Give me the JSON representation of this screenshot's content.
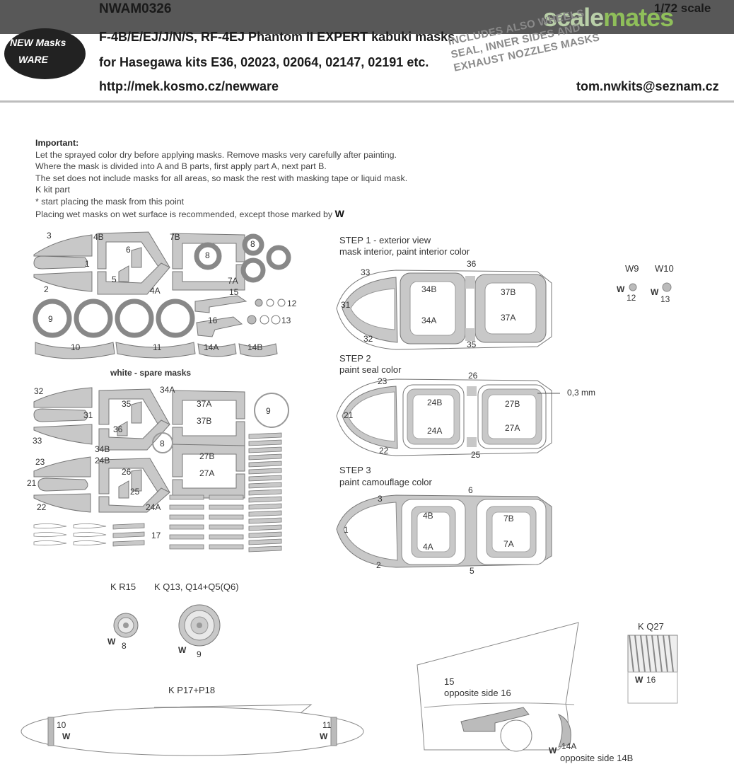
{
  "header": {
    "code": "NWAM0326",
    "title": "F-4B/E/EJ/J/N/S, RF-4EJ Phantom II  EXPERT  kabuki masks",
    "subtitle": "for Hasegawa kits E36, 02023, 02064, 02147, 02191 etc.",
    "url": "http://mek.kosmo.cz/newware",
    "email": "tom.nwkits@seznam.cz",
    "scale": "1/72 scale",
    "stamp_lines": [
      "INCLUDES ALSO WHEELS",
      "SEAL, INNER SIDES AND",
      "EXHAUST NOZZLES MASKS"
    ]
  },
  "brand": {
    "name_a": "scale",
    "name_b": "mates",
    "color_a": "#b9cfa8",
    "color_b": "#8fbf5a"
  },
  "logo": {
    "line1": "NEW Masks",
    "line2": "WARE"
  },
  "instructions": {
    "heading": "Important:",
    "lines": [
      "Let the sprayed color dry before applying masks. Remove masks very carefully after painting.",
      "Where the mask is divided into A and B parts, first apply part A, next part B.",
      "The set does not include masks for all areas, so mask the rest with masking tape or liquid mask.",
      "K kit part",
      "*  start placing the mask from this point",
      "Placing wet masks on wet surface is recommended, except those marked by"
    ],
    "wet_mark": "W"
  },
  "sheet_labels": {
    "spare": "white - spare masks",
    "numbers_top": [
      "3",
      "4B",
      "7B",
      "6",
      "8",
      "8",
      "1",
      "5",
      "4A",
      "7A",
      "15",
      "2",
      "12",
      "13",
      "16",
      "9",
      "10",
      "11",
      "14A",
      "14B"
    ],
    "numbers_bottom": [
      "32",
      "34A",
      "9",
      "35",
      "37A",
      "31",
      "37B",
      "36",
      "34B",
      "8",
      "33",
      "24B",
      "27B",
      "23",
      "26",
      "25",
      "27A",
      "21",
      "24A",
      "22",
      "17"
    ]
  },
  "steps": [
    {
      "title": "STEP 1 - exterior view",
      "note": "mask interior, paint interior color",
      "labels": [
        "33",
        "36",
        "34B",
        "37B",
        "31",
        "34A",
        "37A",
        "32",
        "35"
      ]
    },
    {
      "title": "STEP 2",
      "note": "paint seal color",
      "labels": [
        "23",
        "26",
        "24B",
        "27B",
        "21",
        "24A",
        "27A",
        "22",
        "25"
      ],
      "dim": "0,3 mm"
    },
    {
      "title": "STEP 3",
      "note": "paint camouflage color",
      "labels": [
        "3",
        "6",
        "4B",
        "7B",
        "1",
        "4A",
        "7A",
        "2",
        "5"
      ]
    }
  ],
  "w_labels": {
    "w9": "W9",
    "w10": "W10",
    "n12": "12",
    "n13": "13"
  },
  "wheels": {
    "k_r15": "K R15",
    "k_q13": "K Q13, Q14+Q5(Q6)",
    "n8": "8",
    "n9": "9"
  },
  "nozzle": {
    "k_q27": "K Q27",
    "n16": "16"
  },
  "tanks": {
    "k_p": "K P17+P18",
    "n10": "10",
    "n11": "11"
  },
  "tail": {
    "n15": "15",
    "opp16": "opposite side 16",
    "n14a": "14A",
    "opp14b": "opposite side 14B"
  },
  "colors": {
    "mask_fill": "#c8c8c8",
    "mask_stroke": "#777777",
    "header_bar": "#585858"
  }
}
